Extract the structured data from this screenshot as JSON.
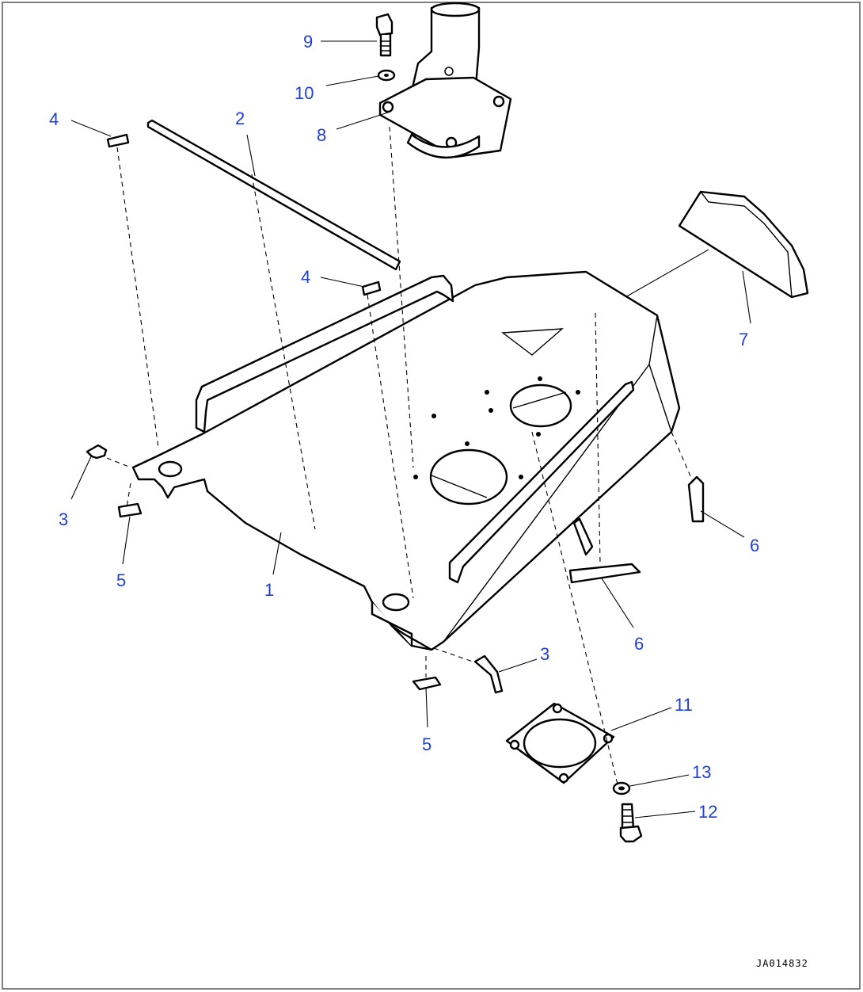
{
  "drawing_code": "JA014832",
  "callouts": {
    "c1": "1",
    "c2": "2",
    "c3a": "3",
    "c3b": "3",
    "c4a": "4",
    "c4b": "4",
    "c5a": "5",
    "c5b": "5",
    "c6a": "6",
    "c6b": "6",
    "c7": "7",
    "c8": "8",
    "c9": "9",
    "c10": "10",
    "c11": "11",
    "c12": "12",
    "c13": "13"
  },
  "colors": {
    "callout": "#1f3fd0",
    "line": "#000000",
    "frame": "#555555"
  }
}
